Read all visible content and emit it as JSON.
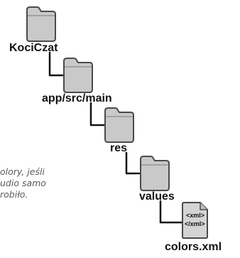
{
  "tree": {
    "nodes": [
      {
        "id": "root",
        "label": "KociCzat",
        "icon": "folder-icon"
      },
      {
        "id": "main",
        "label": "app/src/main",
        "icon": "folder-icon"
      },
      {
        "id": "res",
        "label": "res",
        "icon": "folder-icon"
      },
      {
        "id": "values",
        "label": "values",
        "icon": "folder-icon"
      },
      {
        "id": "colors",
        "label": "colors.xml",
        "icon": "xml-file-icon"
      }
    ],
    "xml_icon": {
      "open_tag": "<xml>",
      "close_tag": "</xml>"
    }
  },
  "annotation": {
    "lines": [
      "olory, jeśli",
      "udio samo",
      "robiło."
    ]
  },
  "colors": {
    "folder_fill": "#c9c9c9",
    "folder_stroke": "#4a4a4a",
    "connector": "#111111",
    "annotation_text": "#5a5a5a"
  }
}
